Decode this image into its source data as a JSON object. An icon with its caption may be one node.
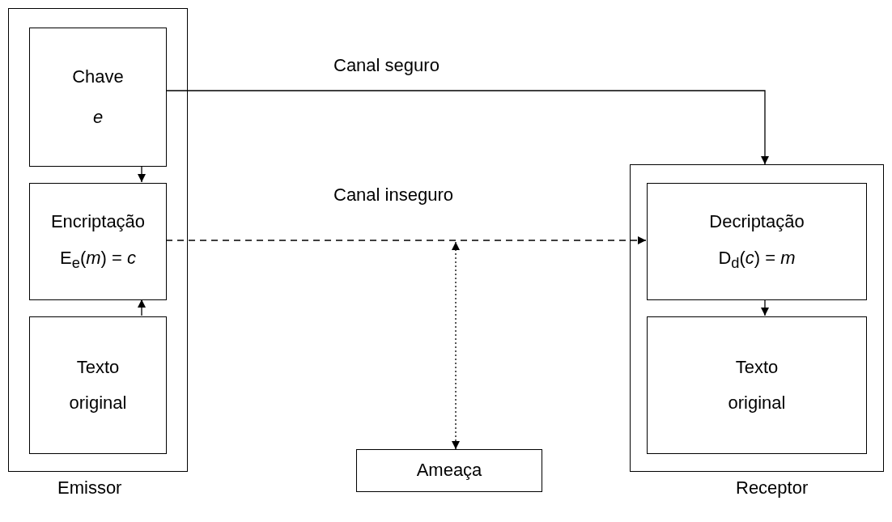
{
  "diagram": {
    "nodes": [
      {
        "text": [
          "Emissor"
        ]
      },
      {
        "text": [
          "Chave",
          "e"
        ],
        "in": 0
      },
      {
        "text": [
          "Encriptação",
          "E$_{e}$(*m*) = *c*"
        ],
        "in": 0
      },
      {
        "text": [
          "Texto original"
        ],
        "in": 0
      },
      {
        "text": [
          "Receptor"
        ]
      },
      {
        "text": [
          "Decriptação",
          "D$_{d}$(*c*) = *m*"
        ],
        "in": 4
      },
      {
        "text": [
          "Texto original"
        ],
        "in": 4
      },
      {
        "text": [
          "Ameaça"
        ]
      }
    ],
    "edges": [
      {
        "from": 1,
        "to": 2,
        "arrow": "to"
      },
      {
        "from": 3,
        "to": 2,
        "arrow": "to"
      },
      {
        "from": 1,
        "to": 4,
        "arrow": "to",
        "label": "Canal seguro"
      },
      {
        "from": 2,
        "to": 5,
        "arrow": "to",
        "label": "Canal inseguro",
        "style": "dashed"
      },
      {
        "from": 7,
        "to": null,
        "arrow": "both",
        "style": "dashed"
      },
      {
        "from": 5,
        "to": 6,
        "arrow": "to"
      }
    ]
  }
}
